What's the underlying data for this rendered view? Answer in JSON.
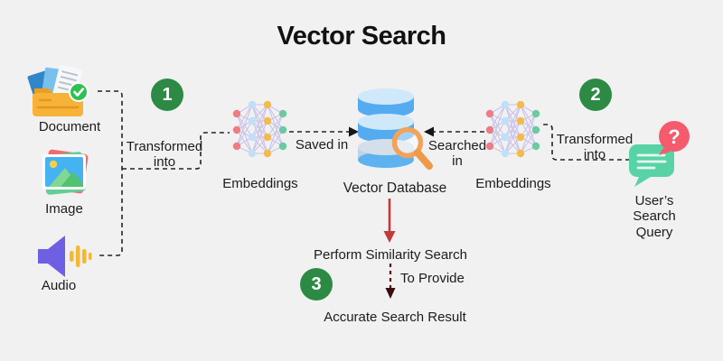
{
  "title": "Vector Search",
  "sources": [
    {
      "label": "Document"
    },
    {
      "label": "Image"
    },
    {
      "label": "Audio"
    }
  ],
  "badges": {
    "one": "1",
    "two": "2",
    "three": "3"
  },
  "labels": {
    "transformed_into_left": "Transformed into",
    "embeddings_left": "Embeddings",
    "saved_in": "Saved in",
    "vector_database": "Vector Database",
    "searched_in": "Searched in",
    "embeddings_right": "Embeddings",
    "transformed_into_right": "Transformed into",
    "user_query": "User’s Search Query",
    "perform_similarity_search": "Perform Similarity Search",
    "to_provide": "To Provide",
    "accurate_search_result": "Accurate Search Result"
  },
  "colors": {
    "background": "#f1f1f2",
    "badge_green": "#2d8a45",
    "arrow_red": "#c23a3a",
    "arrow_maroon": "#5a1515",
    "arrowhead_dark": "#3a0d0d",
    "dash_black": "#222222",
    "node_red": "#ec7d85",
    "node_blue": "#bfe0f7",
    "node_yellow": "#f3bc4a",
    "node_green": "#6cc9a0",
    "edge_purple": "#c9c3ea",
    "db_blue": "#55abef",
    "db_light_top": "#cfe9fb",
    "magnifier_orange": "#f3a359",
    "bubble_mint": "#58d3a6",
    "query_red": "#f45b6c",
    "folder_orange": "#f7b239",
    "check_green": "#2ec150",
    "speaker_purple": "#6e5fe3",
    "bars_yellow": "#f6b62f"
  },
  "icon_names": [
    "document-icon",
    "image-icon",
    "audio-icon",
    "neural-network-icon",
    "database-magnifier-icon",
    "chat-question-icon"
  ]
}
